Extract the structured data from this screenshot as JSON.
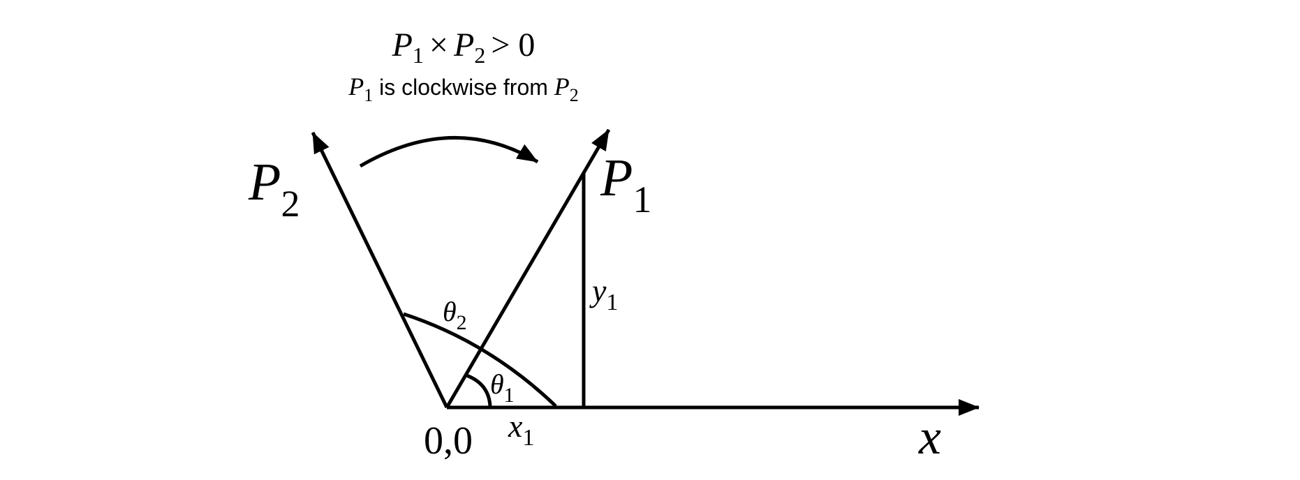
{
  "colors": {
    "ink": "#000000",
    "background": "#ffffff"
  },
  "formula": {
    "p1_letter": "P",
    "p1_sub": "1",
    "cross_sign": "×",
    "p2_letter": "P",
    "p2_sub": "2",
    "comparison": "> 0"
  },
  "caption": {
    "p1_letter": "P",
    "p1_sub": "1",
    "middle_text": " is clockwise from ",
    "p2_letter": "P",
    "p2_sub": "2"
  },
  "vectors": {
    "p1_letter": "P",
    "p1_sub": "1",
    "p2_letter": "P",
    "p2_sub": "2"
  },
  "axis": {
    "x_label": "x",
    "origin_label": "0,0"
  },
  "components": {
    "x1_letter": "x",
    "x1_sub": "1",
    "y1_letter": "y",
    "y1_sub": "1"
  },
  "angles": {
    "theta1_letter": "θ",
    "theta1_sub": "1",
    "theta2_letter": "θ",
    "theta2_sub": "2"
  }
}
